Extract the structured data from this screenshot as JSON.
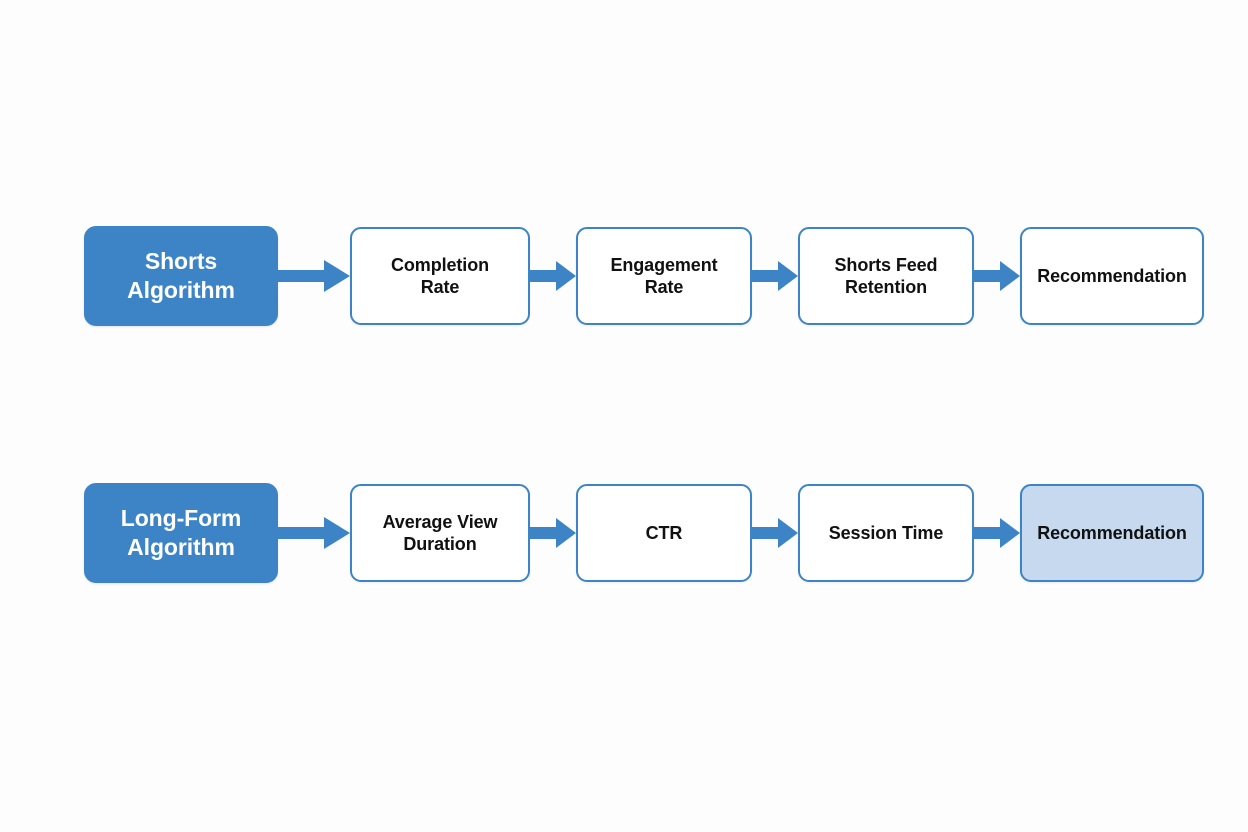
{
  "diagram": {
    "type": "flowchart",
    "background_color": "#fdfdfd",
    "accent_color": "#3d84c6",
    "highlight_fill": "#c6d9ef",
    "rows": [
      {
        "id": "shorts",
        "start": {
          "label": "Shorts\nAlgorithm",
          "style": "primary"
        },
        "steps": [
          {
            "label": "Completion\nRate",
            "style": "step"
          },
          {
            "label": "Engagement\nRate",
            "style": "step"
          },
          {
            "label": "Shorts Feed\nRetention",
            "style": "step"
          },
          {
            "label": "Recommendation",
            "style": "step"
          }
        ]
      },
      {
        "id": "longform",
        "start": {
          "label": "Long-Form\nAlgorithm",
          "style": "primary"
        },
        "steps": [
          {
            "label": "Average View\nDuration",
            "style": "step"
          },
          {
            "label": "CTR",
            "style": "step"
          },
          {
            "label": "Session Time",
            "style": "step"
          },
          {
            "label": "Recommendation",
            "style": "highlight"
          }
        ]
      }
    ],
    "connectors": {
      "icon": "arrow-right-icon",
      "color": "#3d84c6"
    }
  }
}
